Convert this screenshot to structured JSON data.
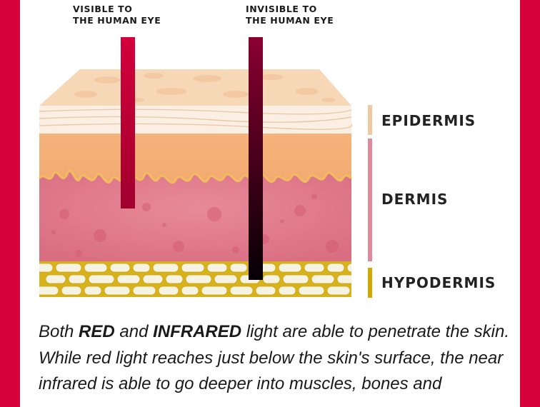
{
  "beams": {
    "visible": {
      "label": "VISIBLE TO\nTHE HUMAN EYE",
      "color_top": "#d3003c",
      "color_bottom": "#a0002e"
    },
    "infrared": {
      "label": "INVISIBLE TO\nTHE HUMAN EYE",
      "color_top": "#8a0030",
      "color_bottom": "#050005"
    }
  },
  "layers": [
    {
      "label": "EPIDERMIS",
      "color": "#f0c9a3"
    },
    {
      "label": "DERMIS",
      "color": "#e08a9c"
    },
    {
      "label": "HYPODERMIS",
      "color": "#d4a800"
    }
  ],
  "caption": {
    "pre": "Both ",
    "red": "RED",
    "mid": " and ",
    "infrared": "INFRARED",
    "post": " light are able to penetrate the skin. While red light reaches just below the skin's surface, the near infrared is able to go deeper into muscles, bones and"
  },
  "colors": {
    "frame": "#d6003a"
  }
}
